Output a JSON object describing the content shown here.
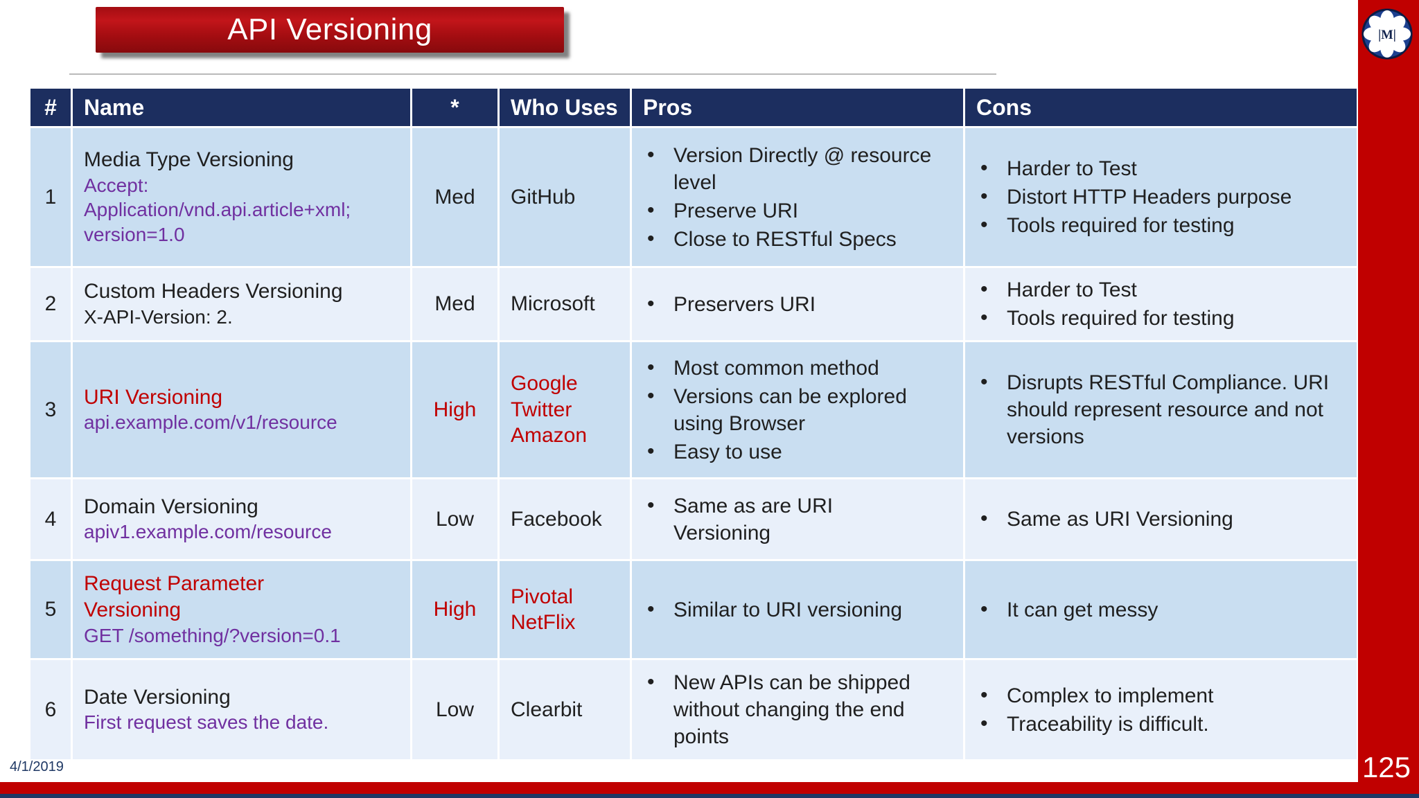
{
  "slide": {
    "title": "API Versioning",
    "date": "4/1/2019",
    "page_number": "125",
    "logo_letter": "M"
  },
  "colors": {
    "banner_red": "#A50D11",
    "header_navy": "#1C2E5F",
    "row_blue": "#C9DEF1",
    "row_light": "#E9F0FA",
    "accent_red": "#C00000",
    "code_purple": "#7030A0",
    "footer_red": "#C00000",
    "footer_navy": "#1F3864"
  },
  "table": {
    "headers": [
      "#",
      "Name",
      "*",
      "Who Uses",
      "Pros",
      "Cons"
    ],
    "rows": [
      {
        "num": "1",
        "name_title": "Media Type Versioning",
        "name_sub": "Accept: Application/vnd.api.article+xml; version=1.0",
        "rating": "Med",
        "who": [
          "GitHub"
        ],
        "pros": [
          "Version Directly @ resource level",
          "Preserve URI",
          "Close to RESTful Specs"
        ],
        "cons": [
          "Harder to Test",
          "Distort HTTP Headers purpose",
          "Tools required for testing"
        ]
      },
      {
        "num": "2",
        "name_title": "Custom Headers Versioning",
        "name_sub": "X-API-Version: 2.",
        "rating": "Med",
        "who": [
          "Microsoft"
        ],
        "pros": [
          "Preservers URI"
        ],
        "cons": [
          "Harder to Test",
          "Tools required for testing"
        ]
      },
      {
        "num": "3",
        "name_title": "URI Versioning",
        "name_sub": "api.example.com/v1/resource",
        "rating": "High",
        "who": [
          "Google",
          "Twitter",
          "Amazon"
        ],
        "pros": [
          "Most common method",
          "Versions can be explored using Browser",
          "Easy to use"
        ],
        "cons": [
          "Disrupts RESTful Compliance. URI should represent resource and not versions"
        ]
      },
      {
        "num": "4",
        "name_title": "Domain Versioning",
        "name_sub": "apiv1.example.com/resource",
        "rating": "Low",
        "who": [
          "Facebook"
        ],
        "pros": [
          "Same as are URI Versioning"
        ],
        "cons": [
          "Same as URI Versioning"
        ]
      },
      {
        "num": "5",
        "name_title": "Request Parameter Versioning",
        "name_sub": "GET /something/?version=0.1",
        "rating": "High",
        "who": [
          "Pivotal",
          "NetFlix"
        ],
        "pros": [
          "Similar to URI versioning"
        ],
        "cons": [
          "It can get messy"
        ]
      },
      {
        "num": "6",
        "name_title": "Date Versioning",
        "name_sub": "First request saves the date.",
        "rating": "Low",
        "who": [
          "Clearbit"
        ],
        "pros": [
          "New APIs can be shipped without changing the end points"
        ],
        "cons": [
          "Complex to implement",
          "Traceability is difficult."
        ]
      }
    ]
  }
}
